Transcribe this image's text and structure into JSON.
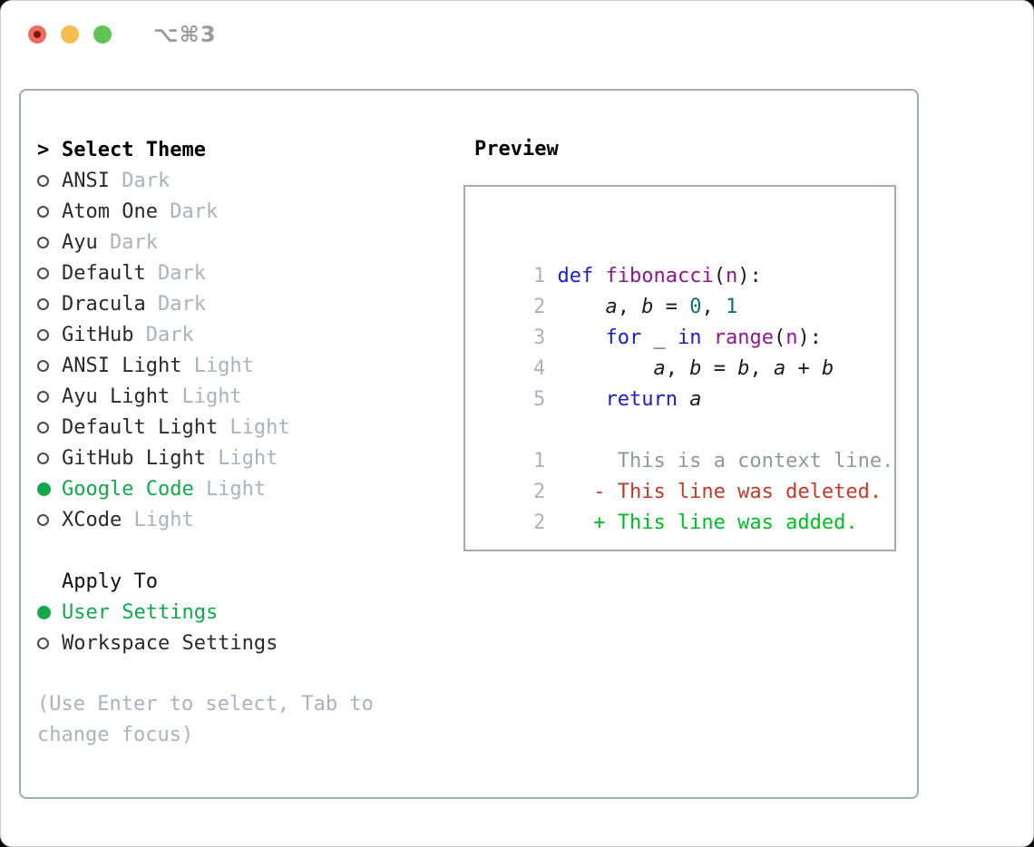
{
  "window": {
    "title": "⌥⌘3",
    "traffic_lights": [
      "close",
      "minimize",
      "zoom"
    ]
  },
  "theme_selector": {
    "cursor": ">",
    "title": "Select Theme",
    "themes": [
      {
        "name": "ANSI",
        "variant": "Dark",
        "selected": false
      },
      {
        "name": "Atom One",
        "variant": "Dark",
        "selected": false
      },
      {
        "name": "Ayu",
        "variant": "Dark",
        "selected": false
      },
      {
        "name": "Default",
        "variant": "Dark",
        "selected": false
      },
      {
        "name": "Dracula",
        "variant": "Dark",
        "selected": false
      },
      {
        "name": "GitHub",
        "variant": "Dark",
        "selected": false
      },
      {
        "name": "ANSI Light",
        "variant": "Light",
        "selected": false
      },
      {
        "name": "Ayu Light",
        "variant": "Light",
        "selected": false
      },
      {
        "name": "Default Light",
        "variant": "Light",
        "selected": false
      },
      {
        "name": "GitHub Light",
        "variant": "Light",
        "selected": false
      },
      {
        "name": "Google Code",
        "variant": "Light",
        "selected": true
      },
      {
        "name": "XCode",
        "variant": "Light",
        "selected": false
      }
    ]
  },
  "apply_to": {
    "title": "Apply To",
    "options": [
      {
        "label": "User Settings",
        "selected": true
      },
      {
        "label": "Workspace Settings",
        "selected": false
      }
    ]
  },
  "help": {
    "lines": [
      "(Use Enter to select, Tab to",
      "change focus)"
    ]
  },
  "preview": {
    "title": "Preview",
    "code_lines": [
      {
        "number": "1",
        "tokens": [
          {
            "t": "def",
            "c": "k"
          },
          {
            "t": " ",
            "c": "p"
          },
          {
            "t": "fibonacci",
            "c": "f"
          },
          {
            "t": "(",
            "c": "p"
          },
          {
            "t": "n",
            "c": "f"
          },
          {
            "t": "):",
            "c": "p"
          }
        ]
      },
      {
        "number": "2",
        "tokens": [
          {
            "t": "    ",
            "c": "p"
          },
          {
            "t": "a",
            "c": "v"
          },
          {
            "t": ", ",
            "c": "p"
          },
          {
            "t": "b",
            "c": "v"
          },
          {
            "t": " = ",
            "c": "p"
          },
          {
            "t": "0",
            "c": "n"
          },
          {
            "t": ", ",
            "c": "p"
          },
          {
            "t": "1",
            "c": "n"
          }
        ]
      },
      {
        "number": "3",
        "tokens": [
          {
            "t": "    ",
            "c": "p"
          },
          {
            "t": "for",
            "c": "k"
          },
          {
            "t": " _ ",
            "c": "p"
          },
          {
            "t": "in",
            "c": "k"
          },
          {
            "t": " ",
            "c": "p"
          },
          {
            "t": "range",
            "c": "f"
          },
          {
            "t": "(",
            "c": "p"
          },
          {
            "t": "n",
            "c": "f"
          },
          {
            "t": "):",
            "c": "p"
          }
        ]
      },
      {
        "number": "4",
        "tokens": [
          {
            "t": "        ",
            "c": "p"
          },
          {
            "t": "a",
            "c": "v"
          },
          {
            "t": ", ",
            "c": "p"
          },
          {
            "t": "b",
            "c": "v"
          },
          {
            "t": " = ",
            "c": "p"
          },
          {
            "t": "b",
            "c": "v"
          },
          {
            "t": ", ",
            "c": "p"
          },
          {
            "t": "a",
            "c": "v"
          },
          {
            "t": " + ",
            "c": "p"
          },
          {
            "t": "b",
            "c": "v"
          }
        ]
      },
      {
        "number": "5",
        "tokens": [
          {
            "t": "    ",
            "c": "p"
          },
          {
            "t": "return",
            "c": "k"
          },
          {
            "t": " ",
            "c": "p"
          },
          {
            "t": "a",
            "c": "v"
          }
        ]
      }
    ],
    "diff_lines": [
      {
        "number": "1",
        "prefix": "      ",
        "text": "This is a context line.",
        "type": "context"
      },
      {
        "number": "2",
        "prefix": "    - ",
        "text": "This line was deleted.",
        "type": "deleted"
      },
      {
        "number": "2",
        "prefix": "    + ",
        "text": "This line was added.",
        "type": "added"
      }
    ]
  },
  "colors": {
    "accent_green": "#10a94a",
    "diff_added": "#00bc25",
    "diff_removed": "#c13a2a",
    "syntax_keyword": "#1c20c3",
    "syntax_function": "#8d178d",
    "syntax_number": "#0c7070",
    "muted": "#a9b2bf",
    "context_gray": "#8e979e",
    "panel_border": "#a2aab6",
    "text_primary": "#1f1f1f",
    "titlebar_text": "#9b9b9b",
    "traffic_red": "#ee6a5f",
    "traffic_yellow": "#f5bd4f",
    "traffic_green": "#5fc454"
  }
}
